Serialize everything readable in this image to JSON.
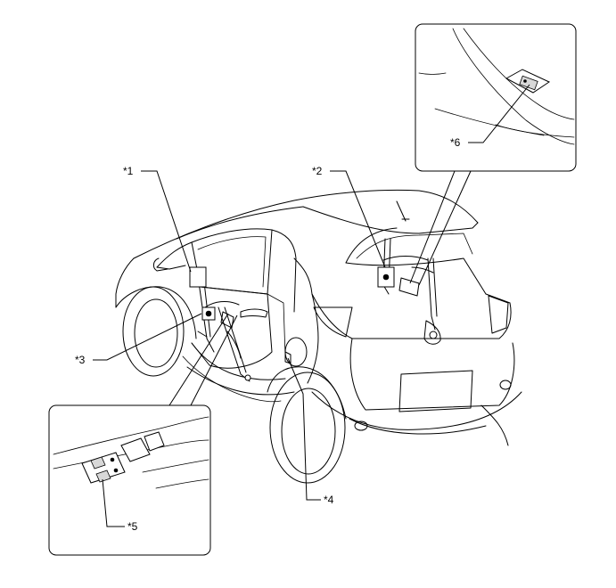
{
  "callouts": {
    "c1": "*1",
    "c2": "*2",
    "c3": "*3",
    "c4": "*4",
    "c5": "*5",
    "c6": "*6"
  }
}
